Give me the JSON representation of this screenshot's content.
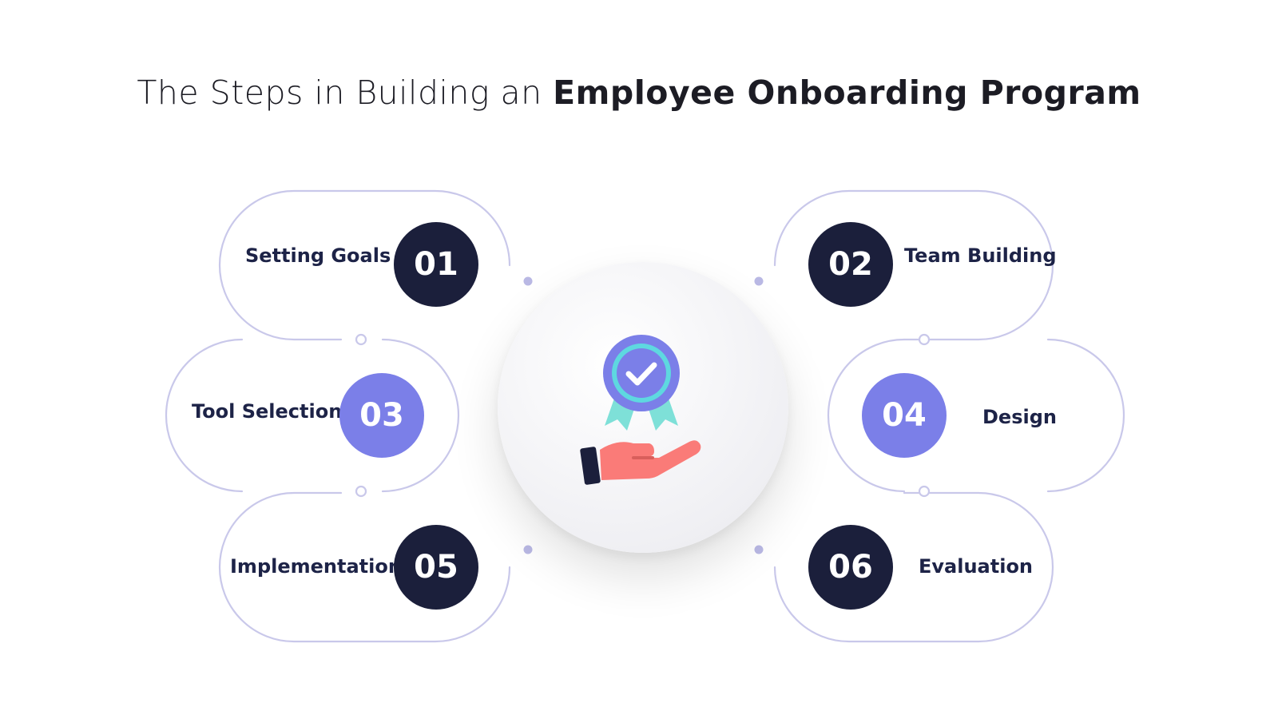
{
  "title": {
    "prefix": "The Steps in Building an",
    "emphasis": "Employee Onboarding Program"
  },
  "steps": [
    {
      "number": "01",
      "label": "Setting Goals",
      "style": "dark"
    },
    {
      "number": "02",
      "label": "Team Building",
      "style": "dark"
    },
    {
      "number": "03",
      "label": "Tool Selection",
      "style": "accent"
    },
    {
      "number": "04",
      "label": "Design",
      "style": "accent"
    },
    {
      "number": "05",
      "label": "Implementation",
      "style": "dark"
    },
    {
      "number": "06",
      "label": "Evaluation",
      "style": "dark"
    }
  ],
  "center_icon": "award-ribbon-in-hand-icon",
  "colors": {
    "dark": "#1b1f3b",
    "accent": "#7b7fe8",
    "outline": "#c9c8ea",
    "text": "#1d2347",
    "medal_ring": "#7b7fe8",
    "medal_inner": "#5ed8e0",
    "ribbon": "#7ee0d8",
    "hand": "#fa7b78"
  }
}
